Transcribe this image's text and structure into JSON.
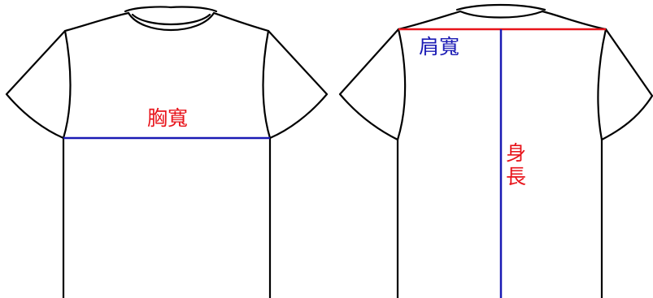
{
  "labels": {
    "chest_width": "胸寬",
    "shoulder_width": "肩寬",
    "body_length_line1": "身",
    "body_length_line2": "長"
  },
  "colors": {
    "outline": "#000000",
    "red": "#e8141b",
    "blue": "#1a1ab4"
  }
}
